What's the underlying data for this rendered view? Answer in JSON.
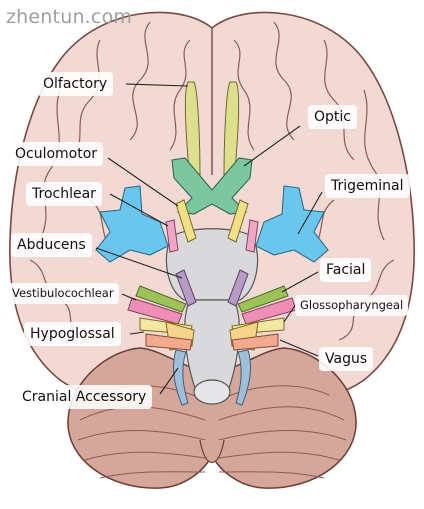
{
  "watermark": "zhentun.com",
  "labels": {
    "olfactory": "Olfactory",
    "optic": "Optic",
    "oculomotor": "Oculomotor",
    "trochlear": "Trochlear",
    "trigeminal": "Trigeminal",
    "abducens": "Abducens",
    "facial": "Facial",
    "vestibulocochlear": "Vestibulocochlear",
    "glossopharyngeal": "Glossopharyngeal",
    "hypoglossal": "Hypoglossal",
    "vagus": "Vagus",
    "cranial_accessory": "Cranial Accessory"
  },
  "colors": {
    "cerebrum": "#f2d9d3",
    "cerebrum_outline": "#7a4a42",
    "brainstem": "#d9d9dc",
    "cerebellum": "#d4a79a",
    "olfactory": "#dede8f",
    "optic": "#7cc7a0",
    "oculomotor": "#f1e088",
    "trochlear": "#f0a7c7",
    "trigeminal": "#6bc6ee",
    "abducens": "#b79bc4",
    "facial": "#9bc35a",
    "vestibulocochlear": "#f08fb6",
    "glossopharyngeal": "#f4e6a4",
    "vagus": "#f2a98e",
    "accessory": "#9fbfd9",
    "hypoglossal": "#f6d48a"
  }
}
